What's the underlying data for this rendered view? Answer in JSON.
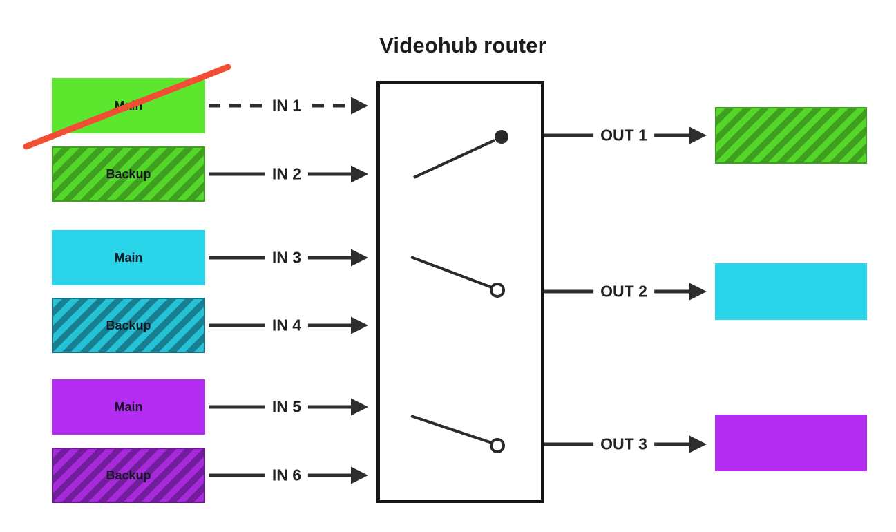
{
  "title": "Videohub router",
  "sources": [
    {
      "label": "Main",
      "input_label": "IN 1",
      "color": "green",
      "fill": "solid",
      "crossed_out": true,
      "wire": "dashed"
    },
    {
      "label": "Backup",
      "input_label": "IN 2",
      "color": "green",
      "fill": "hatched",
      "crossed_out": false,
      "wire": "solid"
    },
    {
      "label": "Main",
      "input_label": "IN 3",
      "color": "cyan",
      "fill": "solid",
      "crossed_out": false,
      "wire": "solid"
    },
    {
      "label": "Backup",
      "input_label": "IN 4",
      "color": "cyan",
      "fill": "hatched",
      "crossed_out": false,
      "wire": "solid"
    },
    {
      "label": "Main",
      "input_label": "IN 5",
      "color": "purple",
      "fill": "solid",
      "crossed_out": false,
      "wire": "solid"
    },
    {
      "label": "Backup",
      "input_label": "IN 6",
      "color": "purple",
      "fill": "hatched",
      "crossed_out": false,
      "wire": "solid"
    }
  ],
  "outputs": [
    {
      "label": "OUT 1",
      "color": "green",
      "fill": "hatched"
    },
    {
      "label": "OUT 2",
      "color": "cyan",
      "fill": "solid"
    },
    {
      "label": "OUT 3",
      "color": "purple",
      "fill": "solid"
    }
  ],
  "switches": [
    {
      "contact": "filled",
      "tilt": "up"
    },
    {
      "contact": "open",
      "tilt": "down"
    },
    {
      "contact": "open",
      "tilt": "down"
    }
  ],
  "colors": {
    "green": "#5ce62e",
    "green_dark": "#3ea01e",
    "cyan": "#29d3e8",
    "cyan_dark": "#177f91",
    "purple": "#b32ef0",
    "purple_dark": "#711d9e",
    "cross_red": "#f24d35",
    "wire": "#2d2d2d"
  }
}
